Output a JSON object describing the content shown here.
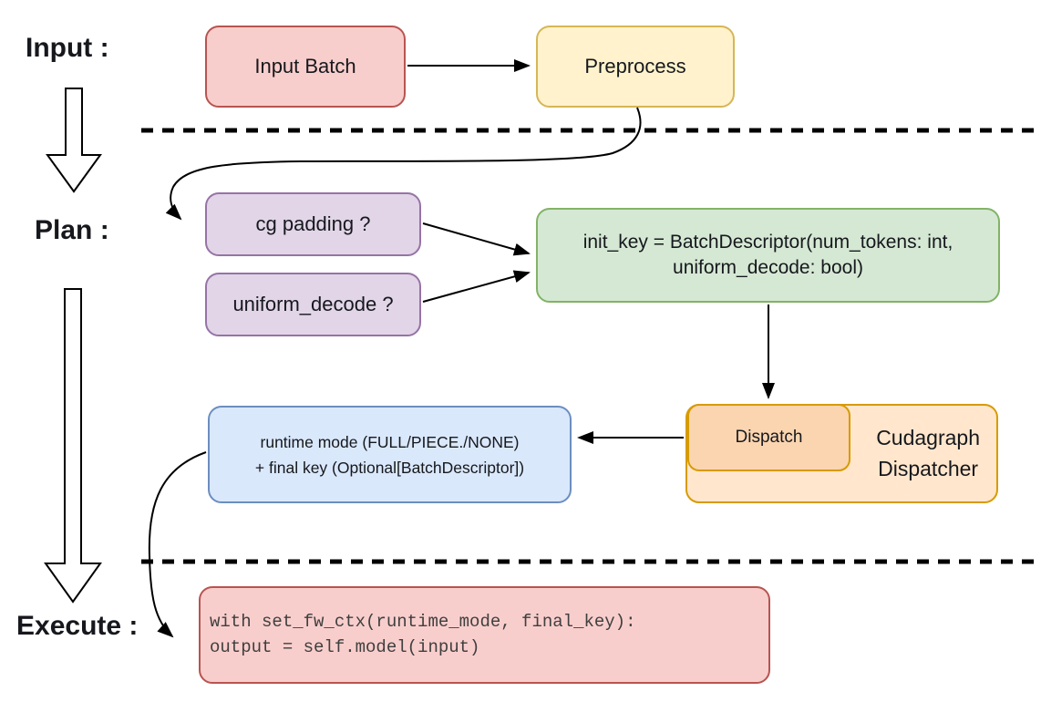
{
  "palette": {
    "canvas-bg": "#ffffff",
    "line": "#000000",
    "text": "#16181d",
    "code-text": "#3f3f3f",
    "red-fill": "#f8cecc",
    "red-stroke": "#b85450",
    "yellow-fill": "#fff2cc",
    "yellow-stroke": "#d6b656",
    "purple-fill": "#e1d5e7",
    "purple-stroke": "#9673a6",
    "green-fill": "#d5e8d4",
    "green-stroke": "#82b366",
    "blue-fill": "#dae8fc",
    "blue-stroke": "#6c8ebf",
    "orange-fill": "#ffe6cc",
    "orange-stroke": "#d79b00",
    "orange-inner-fill": "#fbd5b0"
  },
  "stages": {
    "input_label": "Input :",
    "plan_label": "Plan :",
    "execute_label": "Execute :"
  },
  "nodes": {
    "input_batch": "Input Batch",
    "preprocess": "Preprocess",
    "cg_padding": "cg padding ?",
    "uniform_decode": "uniform_decode ?",
    "init_key_line1": "init_key = BatchDescriptor(num_tokens: int,",
    "init_key_line2": "uniform_decode: bool)",
    "dispatch": "Dispatch",
    "dispatcher_line1": "Cudagraph",
    "dispatcher_line2": "Dispatcher",
    "runtime_line1": "runtime mode (FULL/PIECE./NONE)",
    "runtime_line2": "+ final key (Optional[BatchDescriptor])",
    "code_line1": "with set_fw_ctx(runtime_mode, final_key):",
    "code_line2": "    output = self.model(input)"
  }
}
